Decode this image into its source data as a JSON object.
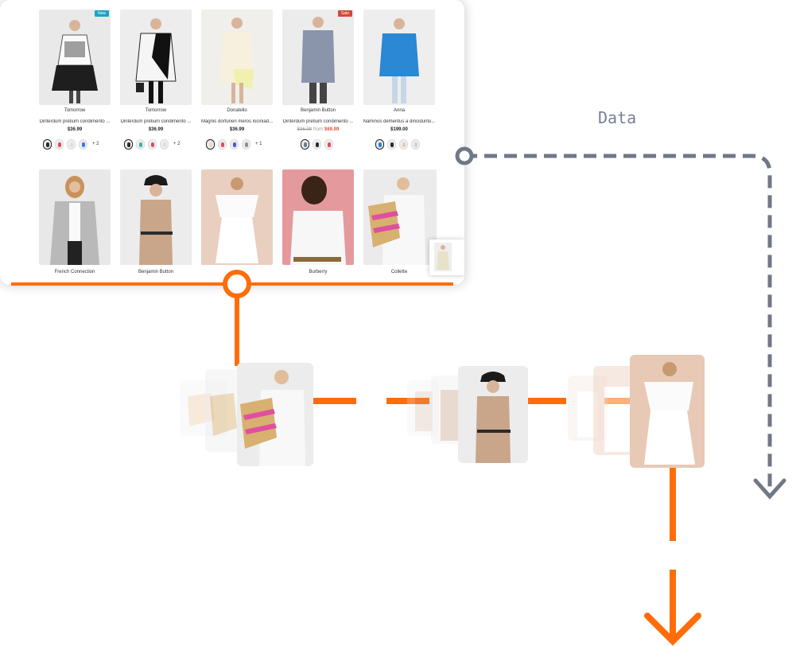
{
  "products_row1": [
    {
      "brand": "Tomorrow",
      "title": "Dinterdum pretium condimento ...",
      "price": "$36.99",
      "badge": "New",
      "badge_color": "#1aa3c4",
      "swatches": [
        "#2b2b2b",
        "#e04d5a",
        "#dedede",
        "#3b7bd6"
      ],
      "more": "+ 2"
    },
    {
      "brand": "Tomorrow",
      "title": "Dinterdum pretium condimento ...",
      "price": "$36.99",
      "swatches": [
        "#2b2b2b",
        "#3fb3a3",
        "#e04d5a",
        "#dedede"
      ],
      "more": "+ 2"
    },
    {
      "brand": "Donatello",
      "title": "Magnis dorturien meros lociniad...",
      "price": "$36.99",
      "swatches": [
        "#e7d9c2",
        "#e04d5a",
        "#4a5ad6",
        "#8f8f8f"
      ],
      "more": "+ 1"
    },
    {
      "brand": "Benjamin Button",
      "title": "Dinterdum pretium condimento ...",
      "price_old": "$36.99",
      "price_from": "from",
      "price_sale": "$69.99",
      "badge": "Sale",
      "badge_color": "#d04a38",
      "swatches": [
        "#6a7a99",
        "#2b2b2b",
        "#e04d5a"
      ],
      "more": ""
    },
    {
      "brand": "Anna",
      "title": "Naminos dementus a dinciduntu...",
      "price": "$199.00",
      "swatches": [
        "#2a7fd0",
        "#2b2b2b",
        "#e8c9b8",
        "#cfcfcf"
      ],
      "more": ""
    }
  ],
  "products_row2": [
    {
      "brand": "French Connection"
    },
    {
      "brand": "Benjamin Button"
    },
    {
      "brand": ""
    },
    {
      "brand": "Burberry"
    },
    {
      "brand": "Collette"
    }
  ],
  "flow_label": "Data",
  "colors": {
    "accent": "#ff6d0a",
    "dashed": "#717787"
  }
}
